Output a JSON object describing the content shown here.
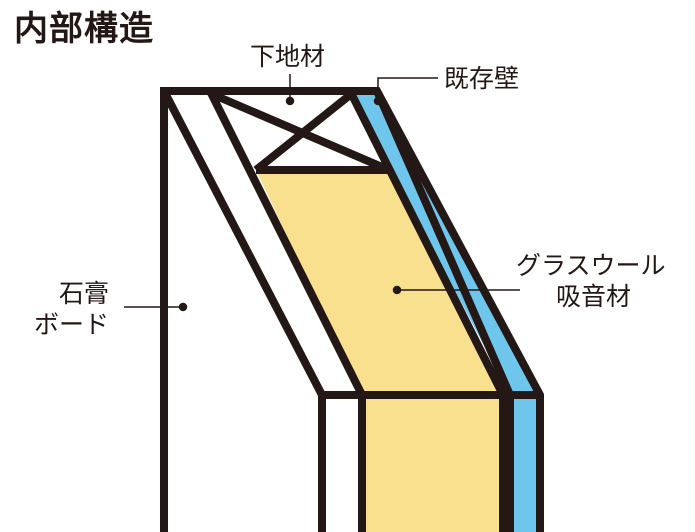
{
  "title": "内部構造",
  "labels": {
    "shitaji": "下地材",
    "kizon_kabe": "既存壁",
    "sekko_board_line1": "石膏",
    "sekko_board_line2": "ボード",
    "glass_wool_line1": "グラスウール",
    "glass_wool_line2": "吸音材"
  },
  "colors": {
    "outline": "#231815",
    "glass_wool": "#f8e08e",
    "existing_wall": "#6ec6ec",
    "background": "#ffffff"
  }
}
